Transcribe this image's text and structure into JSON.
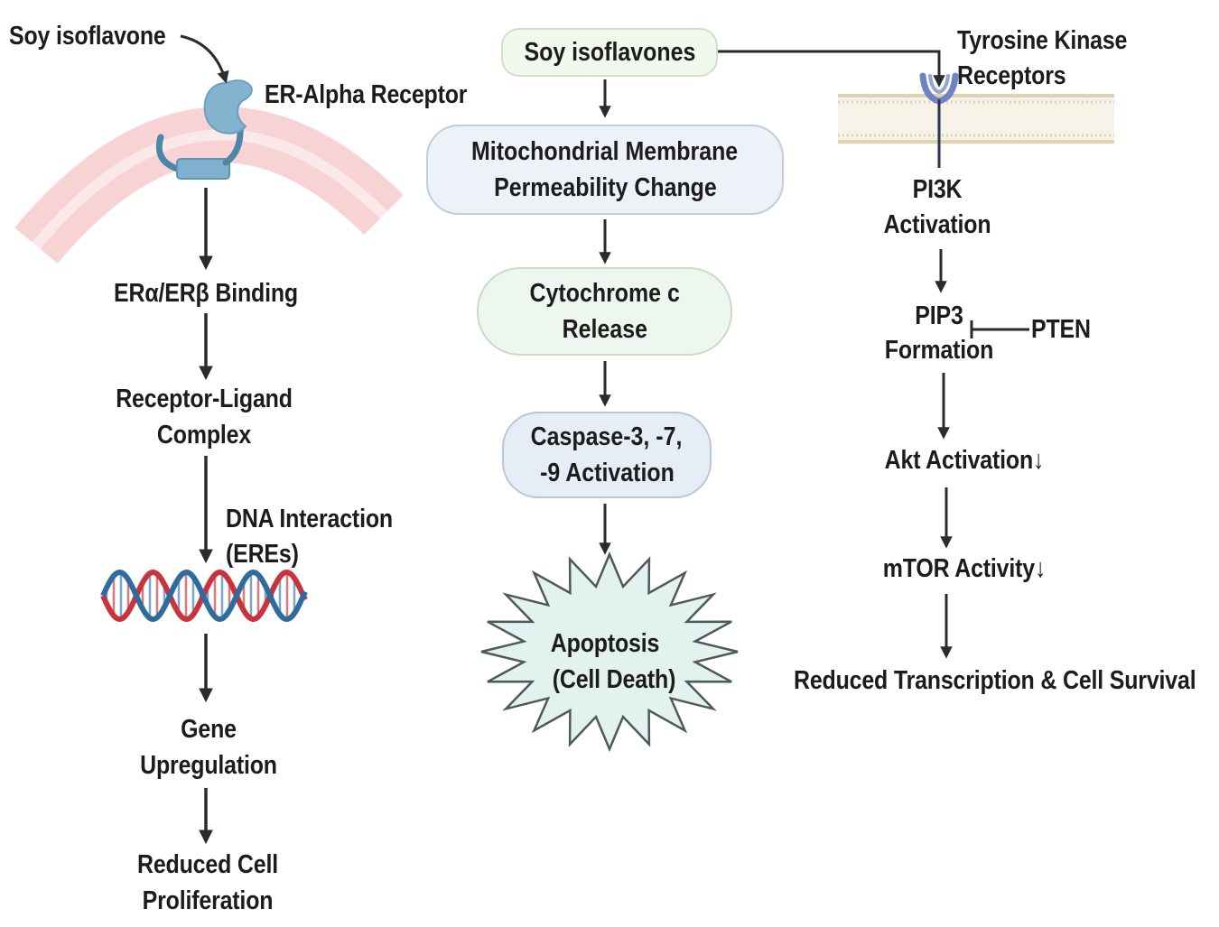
{
  "left_pathway": {
    "input": "Soy isoflavone",
    "receptor": "ER-Alpha Receptor",
    "step1": "ERα/ERβ Binding",
    "step2_line1": "Receptor-Ligand",
    "step2_line2": "Complex",
    "dna_line1": "DNA Interaction",
    "dna_line2": "(EREs)",
    "step3_line1": "Gene",
    "step3_line2": "Upregulation",
    "outcome_line1": "Reduced Cell",
    "outcome_line2": "Proliferation"
  },
  "middle_pathway": {
    "input": "Soy isoflavones",
    "step1_line1": "Mitochondrial Membrane",
    "step1_line2": "Permeability Change",
    "step2_line1": "Cytochrome c",
    "step2_line2": "Release",
    "step3_line1": "Caspase-3, -7,",
    "step3_line2": "-9 Activation",
    "outcome_line1": "Apoptosis",
    "outcome_line2": "(Cell Death)"
  },
  "right_pathway": {
    "receptor_line1": "Tyrosine Kinase",
    "receptor_line2": "Receptors",
    "step1_line1": "PI3K",
    "step1_line2": "Activation",
    "step2_line1": "PIP3",
    "step2_line2": "Formation",
    "inhibitor": "PTEN",
    "step3": "Akt Activation↓",
    "step4": "mTOR Activity↓",
    "outcome": "Reduced Transcription & Cell Survival"
  },
  "colors": {
    "arrow": "#2b2b2b",
    "membrane_arc": "#f4c9cb",
    "receptor": "#7fb1cd",
    "dna_red": "#c9343c",
    "dna_blue": "#2f6c9e",
    "starburst_fill": "#e3f2ee",
    "lipid_bilayer": "#e6ddc4",
    "tk_receptor": "#6f83c4"
  }
}
